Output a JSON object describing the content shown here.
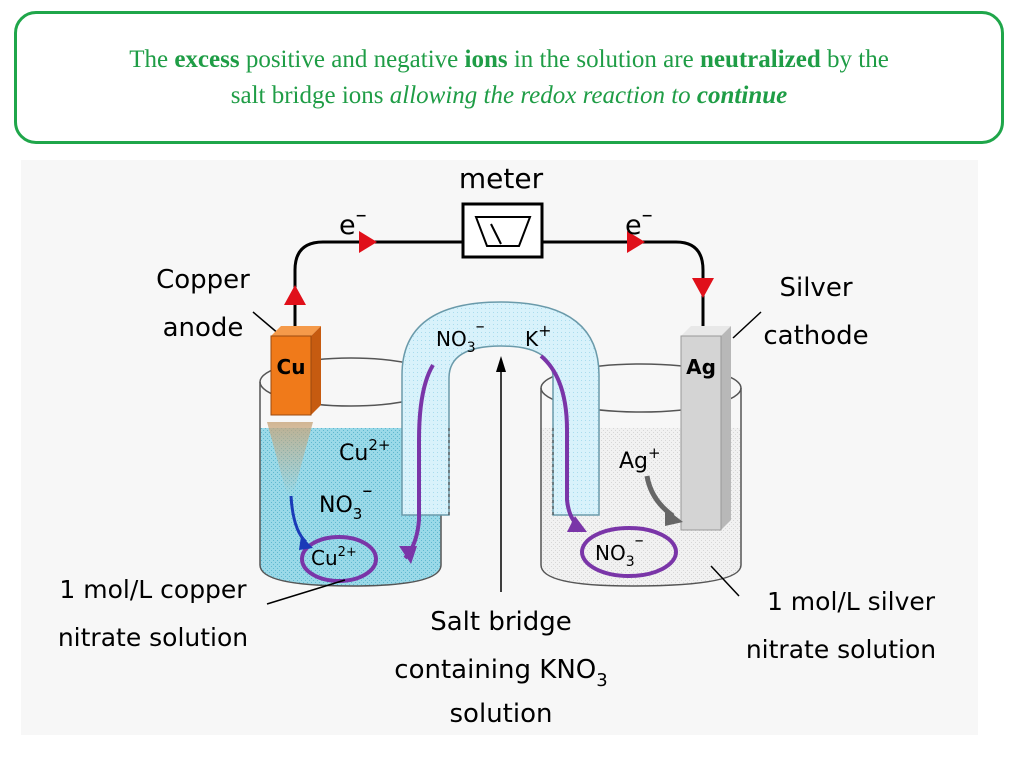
{
  "caption": {
    "part1": "The ",
    "excess": "excess",
    "part2": " positive and negative ",
    "ions": "ions",
    "part3": " in the solution are ",
    "neutralized": "neutralized",
    "part4": " by the",
    "part5": "salt bridge ions ",
    "allowing": "allowing the redox reaction to ",
    "continue": "continue"
  },
  "diagram": {
    "meter_label": "meter",
    "electron_left": "e",
    "electron_right": "e",
    "electron_sup": "–",
    "anode_line1": "Copper",
    "anode_line2": "anode",
    "cathode_line1": "Silver",
    "cathode_line2": "cathode",
    "cu_electrode": "Cu",
    "ag_electrode": "Ag",
    "bridge_no3": "NO",
    "bridge_no3_sub": "3",
    "bridge_no3_sup": "–",
    "bridge_k": "K",
    "bridge_k_sup": "+",
    "cu2_ion": "Cu",
    "cu2_sup": "2+",
    "no3_left": "NO",
    "no3_left_sub": "3",
    "no3_left_sup": "–",
    "cu2_circled": "Cu",
    "cu2_circled_sup": "2+",
    "ag_ion": "Ag",
    "ag_ion_sup": "+",
    "no3_circled": "NO",
    "no3_circled_sub": "3",
    "no3_circled_sup": "–",
    "left_solution_line1": "1 mol/L copper",
    "left_solution_line2": "nitrate solution",
    "right_solution_line1": "1 mol/L silver",
    "right_solution_line2": "nitrate solution",
    "bridge_label_line1": "Salt bridge",
    "bridge_label_line2a": "containing KNO",
    "bridge_label_line2_sub": "3",
    "bridge_label_line3": "solution"
  },
  "colors": {
    "caption_text": "#1f9d46",
    "caption_border": "#1fa64a",
    "copper": "#f07a1a",
    "silver": "#d4d4d4",
    "copper_solution": "#8fd6e6",
    "salt_bridge": "#cfeefa",
    "arrow_red": "#e0101a",
    "ion_path_purple": "#7a35a8"
  }
}
